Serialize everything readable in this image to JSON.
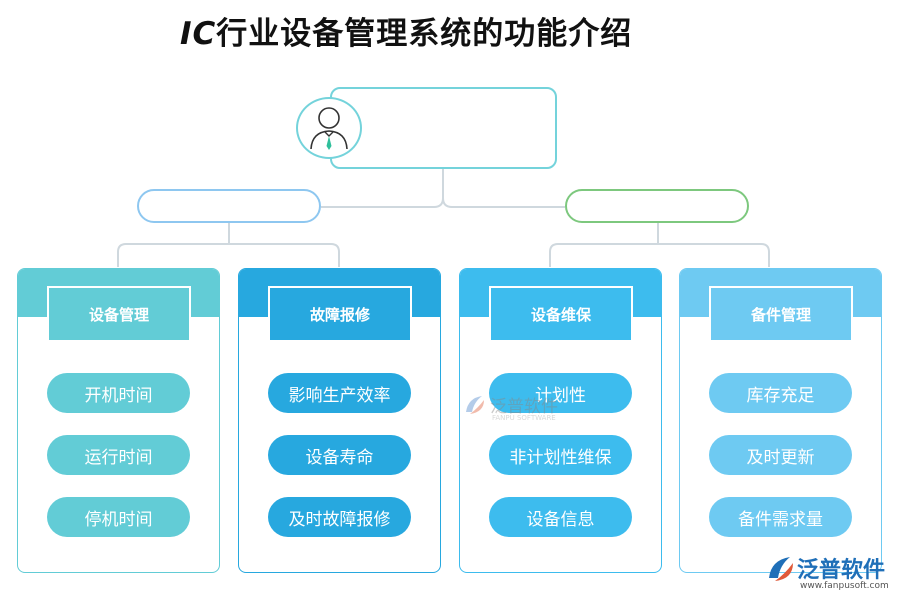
{
  "title": {
    "prefix": "IC",
    "text": "行业设备管理系统的功能介绍"
  },
  "root": {
    "label": "",
    "icon": "user-icon"
  },
  "branches": [
    {
      "label": "",
      "color": "#8ec7f0"
    },
    {
      "label": "",
      "color": "#7dc87e"
    }
  ],
  "cards": [
    {
      "title": "设备管理",
      "color": "#62ccd6",
      "items": [
        "开机时间",
        "运行时间",
        "停机时间"
      ]
    },
    {
      "title": "故障报修",
      "color": "#27a8df",
      "items": [
        "影响生产效率",
        "设备寿命",
        "及时故障报修"
      ]
    },
    {
      "title": "设备维保",
      "color": "#3dbcee",
      "items": [
        "计划性",
        "非计划性维保",
        "设备信息"
      ]
    },
    {
      "title": "备件管理",
      "color": "#6ecaf2",
      "items": [
        "库存充足",
        "及时更新",
        "备件需求量"
      ]
    }
  ],
  "watermark": {
    "text": "泛普软件",
    "sub": "FANPU SOFTWARE"
  },
  "logo": {
    "text": "泛普软件",
    "url": "www.fanpusoft.com",
    "icon": "fanpu-logo-icon"
  }
}
